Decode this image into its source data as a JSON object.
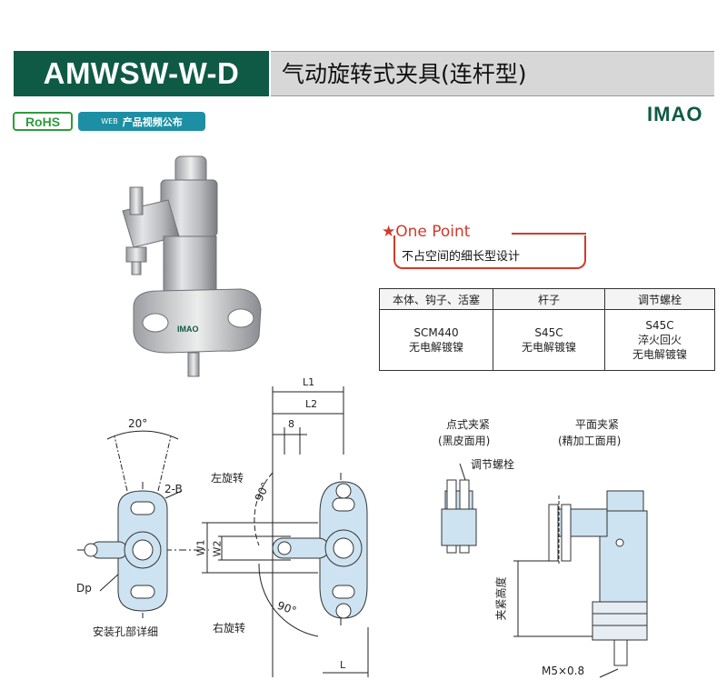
{
  "header": {
    "model": "AMWSW-W-D",
    "title": "气动旋转式夹具(连杆型)"
  },
  "badges": {
    "rohs": "RoHS",
    "web_prefix": "WEB",
    "web_label": "产品视频公布",
    "brand": "IMAO"
  },
  "one_point": {
    "label": "★One Point",
    "text": "不占空间的细长型设计"
  },
  "material_table": {
    "headers": [
      "本体、钩子、活塞",
      "杆子",
      "调节螺栓"
    ],
    "cells": [
      [
        "SCM440",
        "无电解镀镍"
      ],
      [
        "S45C",
        "无电解镀镍"
      ],
      [
        "S45C",
        "淬火回火",
        "无电解镀镍"
      ]
    ]
  },
  "drawing": {
    "angle_20": "20°",
    "label_2b": "2-B",
    "label_dp": "Dp",
    "detail_caption": "安装孔部详细",
    "left_rotation": "左旋转",
    "right_rotation": "右旋转",
    "angle_90_top": "90°",
    "angle_90_bottom": "90°",
    "dim_l1": "L1",
    "dim_l2": "L2",
    "dim_8": "8",
    "dim_w1": "W1",
    "dim_w2": "W2",
    "dim_l": "L",
    "point_clamp_title": "点式夹紧",
    "point_clamp_sub": "(黑皮面用)",
    "adjust_bolt": "调节螺栓",
    "flat_clamp_title": "平面夹紧",
    "flat_clamp_sub": "(精加工面用)",
    "clamp_height": "夹紧高度",
    "thread": "M5×0.8"
  },
  "colors": {
    "model_bg": "#0e5a44",
    "accent_red": "#d23a2a",
    "rohs_green": "#2e9b3e",
    "web_blue": "#1d8fa4",
    "part_fill": "#cde3f1"
  }
}
